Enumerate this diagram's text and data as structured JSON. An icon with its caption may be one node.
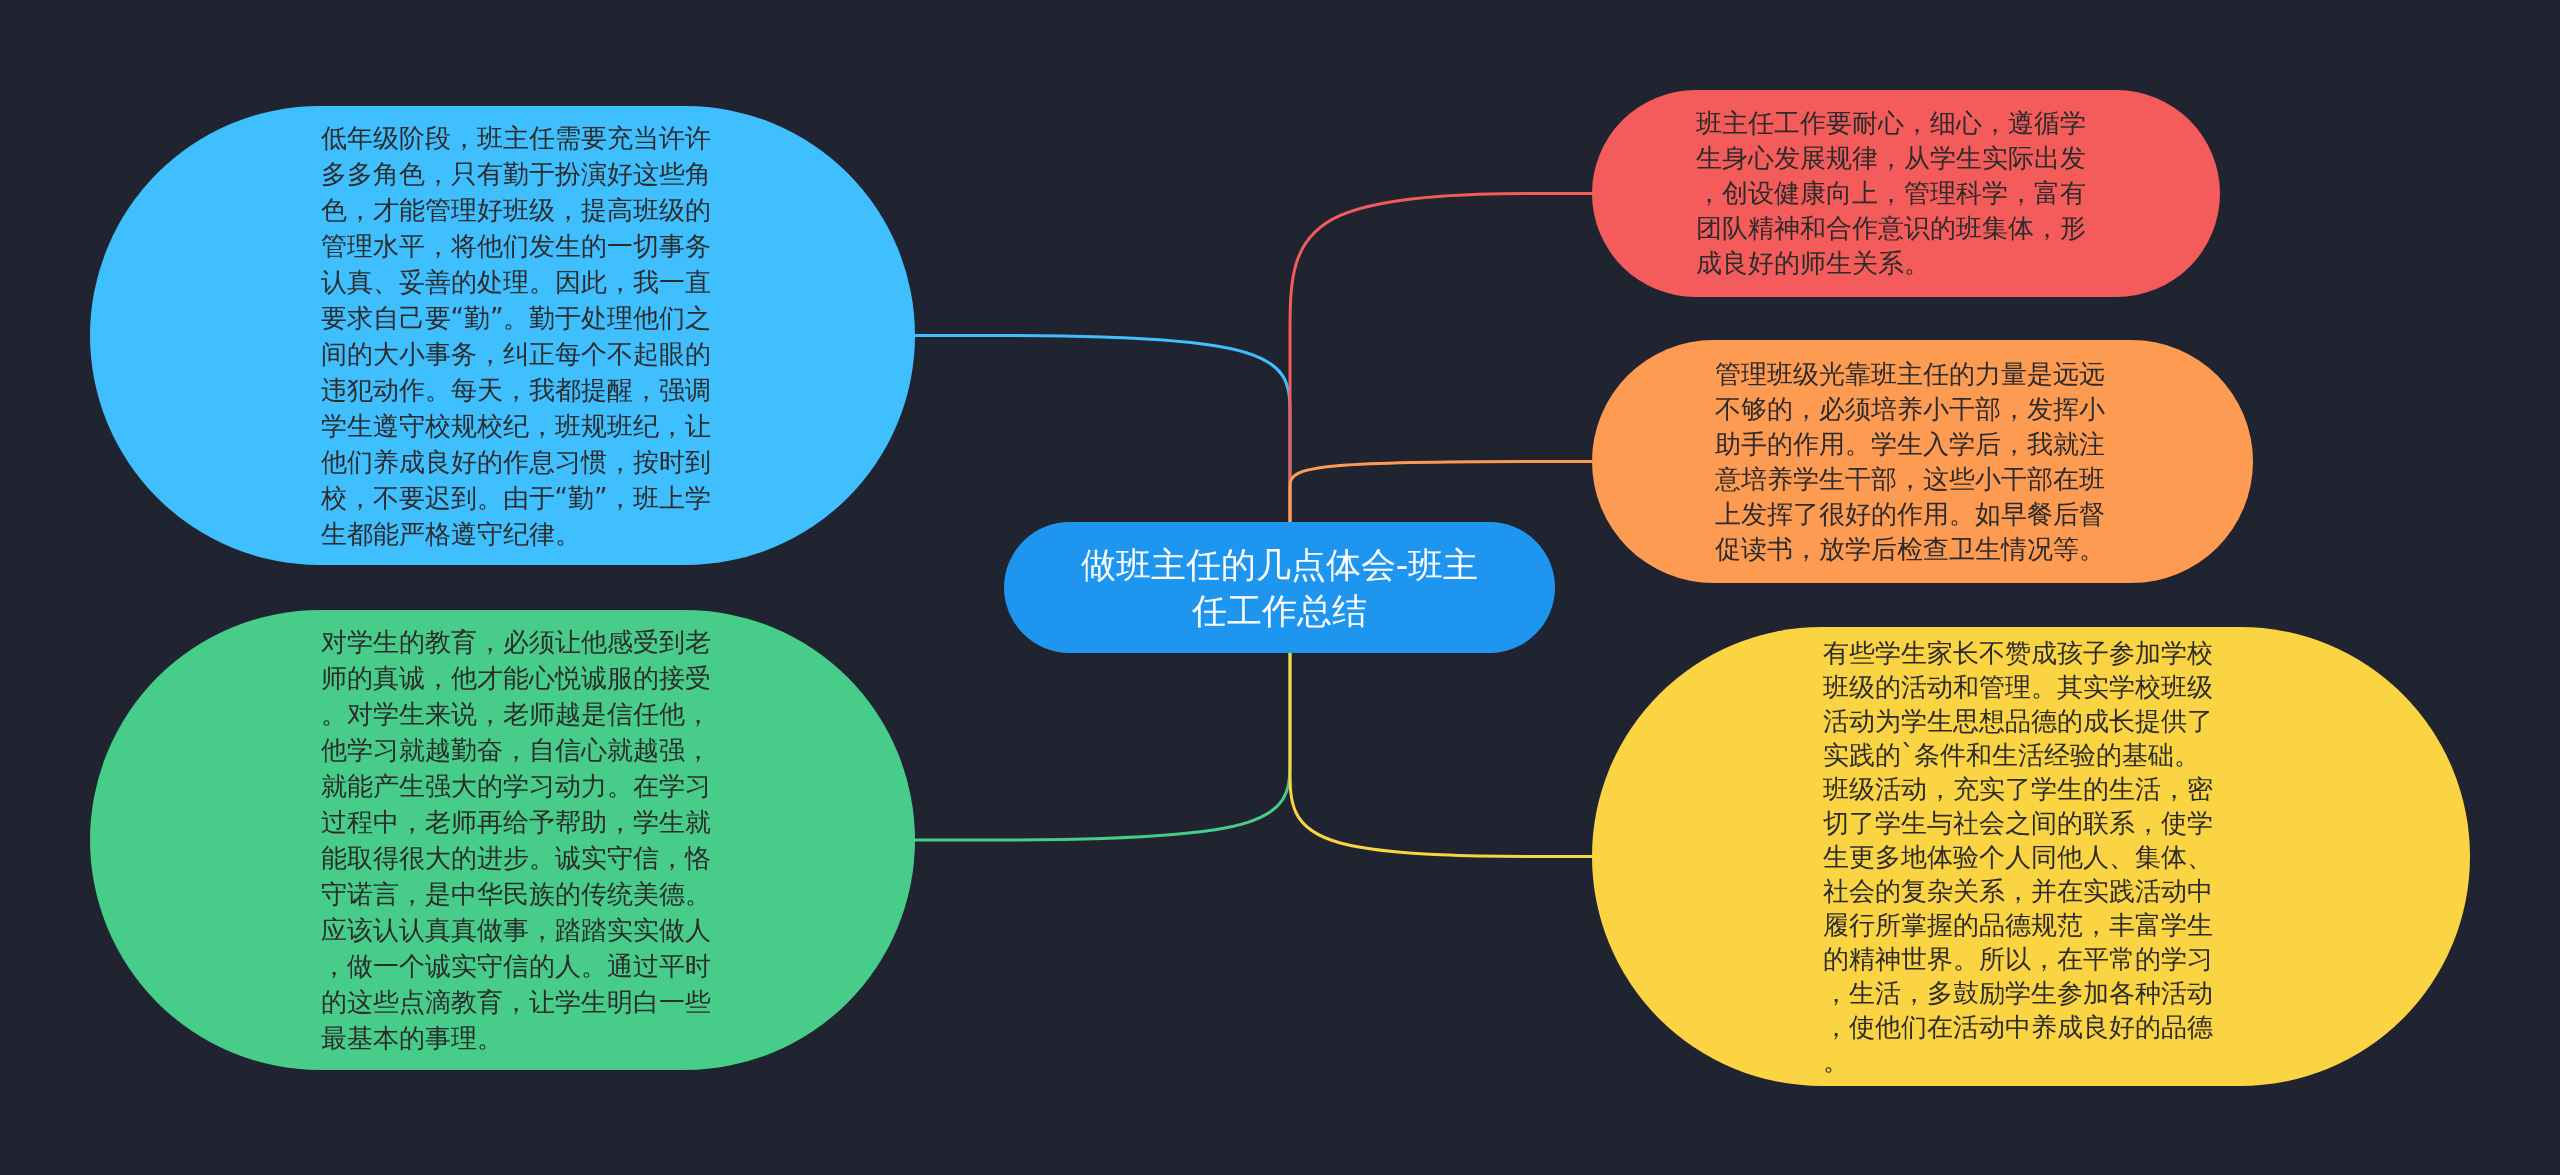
{
  "diagram": {
    "nodes": [
      {
        "text": [
          "做班主任的几点体会-班主任工作总结"
        ]
      },
      {
        "text": [
          "低年级阶段，班主任需要充当许许多多角色，只有勤于扮演好这些角色，才能管理好班级，提高班级的管理水平，将他们发生的一切事务认真、妥善的处理。因此，我一直要求自己要“勤”。勤于处理他们之间的大小事务，纠正每个不起眼的违犯动作。每天，我都提醒，强调学生遵守校规校纪，班规班纪，让他们养成良好的作息习惯，按时到校，不要迟到。由于“勤”，班上学生都能严格遵守纪律。"
        ]
      },
      {
        "text": [
          "对学生的教育，必须让他感受到老师的真诚，他才能心悦诚服的接受。对学生来说，老师越是信任他，他学习就越勤奋，自信心就越强，就能产生强大的学习动力。在学习过程中，老师再给予帮助，学生就能取得很大的进步。诚实守信，恪守诺言，是中华民族的传统美德。应该认认真真做事，踏踏实实做人，做一个诚实守信的人。通过平时的这些点滴教育，让学生明白一些最基本的事理。"
        ]
      },
      {
        "text": [
          "班主任工作要耐心，细心，遵循学生身心发展规律，从学生实际出发，创设健康向上，管理科学，富有团队精神和合作意识的班集体，形成良好的师生关系。"
        ]
      },
      {
        "text": [
          "管理班级光靠班主任的力量是远远不够的，必须培养小干部，发挥小助手的作用。学生入学后，我就注意培养学生干部，这些小干部在班上发挥了很好的作用。如早餐后督促读书，放学后检查卫生情况等。"
        ]
      },
      {
        "text": [
          "有些学生家长不赞成孩子参加学校班级的活动和管理。其实学校班级活动为学生思想品德的成长提供了实践的`条件和生活经验的基础。班级活动，充实了学生的生活，密切了学生与社会之间的联系，使学生更多地体验个人同他人、集体、社会的复杂关系，并在实践活动中履行所掌握的品德规范，丰富学生的精神世界。所以，在平常的学习，生活，多鼓励学生参加各种活动，使他们在活动中养成良好的品德。"
        ]
      }
    ],
    "edges": [
      {
        "from": 0,
        "to": 1,
        "arrow": "none",
        "color": "#40bfff"
      },
      {
        "from": 0,
        "to": 2,
        "arrow": "none",
        "color": "#47cc8a"
      },
      {
        "from": 0,
        "to": 3,
        "arrow": "none",
        "color": "#f45b5b"
      },
      {
        "from": 0,
        "to": 4,
        "arrow": "none",
        "color": "#fd9b52"
      },
      {
        "from": 0,
        "to": 5,
        "arrow": "none",
        "color": "#fbd444"
      }
    ]
  }
}
